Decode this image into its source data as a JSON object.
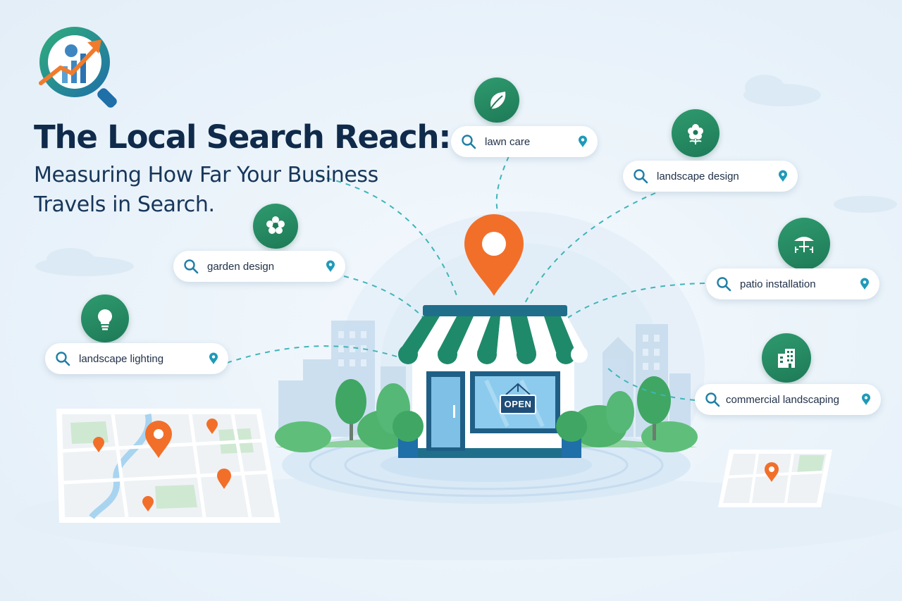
{
  "title": "The Local Search Reach:",
  "subtitle": "Measuring How Far Your Business Travels in Search.",
  "store": {
    "sign_text": "OPEN"
  },
  "search_pills": [
    {
      "label": "lawn care",
      "icon": "leaf-icon"
    },
    {
      "label": "landscape design",
      "icon": "flower-icon"
    },
    {
      "label": "garden design",
      "icon": "flower-icon"
    },
    {
      "label": "patio installation",
      "icon": "umbrella-table-icon"
    },
    {
      "label": "landscape lighting",
      "icon": "light-bulb-icon"
    },
    {
      "label": "commercial landscaping",
      "icon": "office-building-icon"
    }
  ],
  "colors": {
    "brand_green": "#1d7a57",
    "pin_orange": "#f26f2a",
    "navy_text": "#0f2a4a",
    "teal_search": "#1f7fa6",
    "background": "#eaf3fa"
  }
}
